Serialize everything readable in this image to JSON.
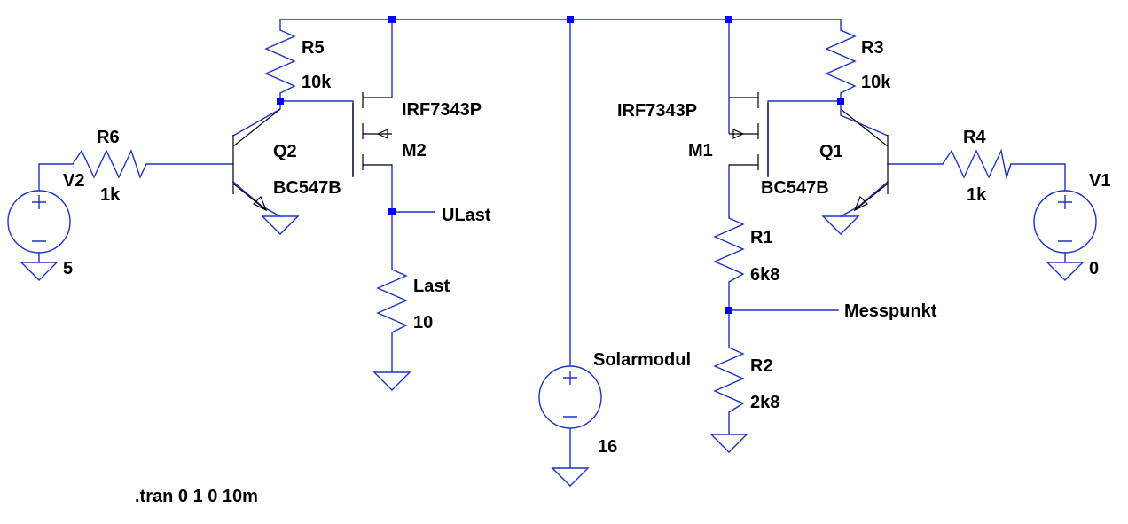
{
  "colors": {
    "wire": "#1a33c2",
    "component": "#000000",
    "junction": "#0000ff",
    "background": "#ffffff"
  },
  "labels": {
    "R5": "R5",
    "R5_value": "10k",
    "M2_model": "IRF7343P",
    "M2": "M2",
    "R6": "R6",
    "R6_value": "1k",
    "V2": "V2",
    "V2_value": "5",
    "Q2": "Q2",
    "Q2_model": "BC547B",
    "ULast": "ULast",
    "Last": "Last",
    "Last_value": "10",
    "Solarmodul": "Solarmodul",
    "Solarmodul_value": "16",
    "M1_model": "IRF7343P",
    "M1": "M1",
    "R3": "R3",
    "R3_value": "10k",
    "Q1": "Q1",
    "Q1_model": "BC547B",
    "R4": "R4",
    "R4_value": "1k",
    "V1": "V1",
    "V1_value": "0",
    "R1": "R1",
    "R1_value": "6k8",
    "Messpunkt": "Messpunkt",
    "R2": "R2",
    "R2_value": "2k8",
    "directive": ".tran 0 1 0 10m"
  }
}
